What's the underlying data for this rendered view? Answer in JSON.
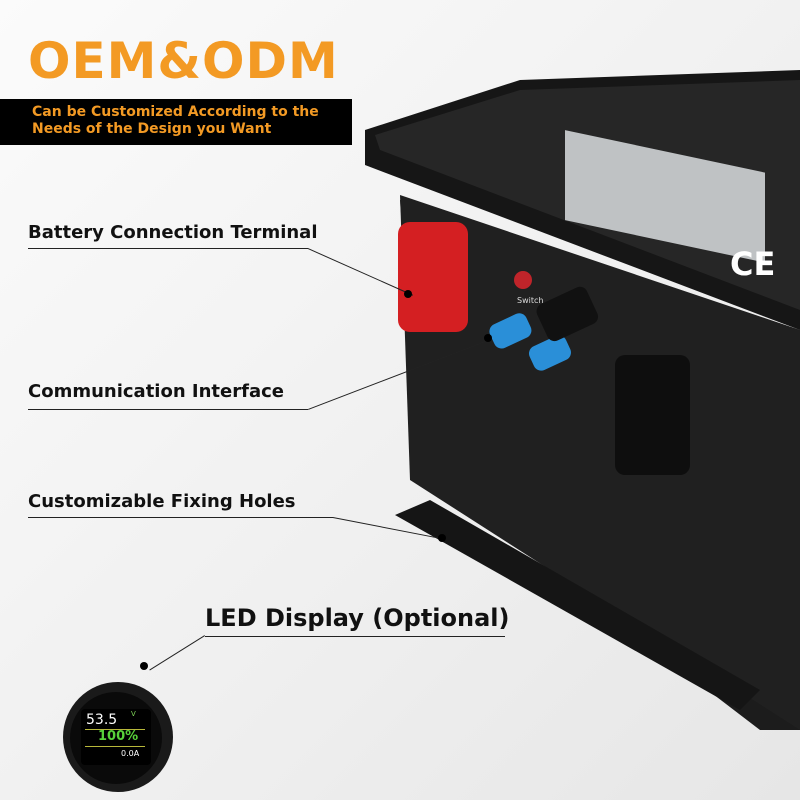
{
  "header": {
    "title": "OEM&ODM",
    "subtitle_line1": "Can be Customized According to the",
    "subtitle_line2": "Needs of the Design you Want"
  },
  "callouts": {
    "terminal": "Battery Connection Terminal",
    "communication": "Communication Interface",
    "fixing": "Customizable Fixing Holes",
    "led": "LED Display (Optional)"
  },
  "battery": {
    "switch_label": "Switch",
    "cert_mark": "CE"
  },
  "led_display": {
    "voltage": "53.5",
    "voltage_unit": "V",
    "percent": "100%",
    "current": "0.0A"
  },
  "colors": {
    "accent": "#f39a24",
    "terminal_red": "#d41f22",
    "connector_blue": "#2a8fd8"
  }
}
